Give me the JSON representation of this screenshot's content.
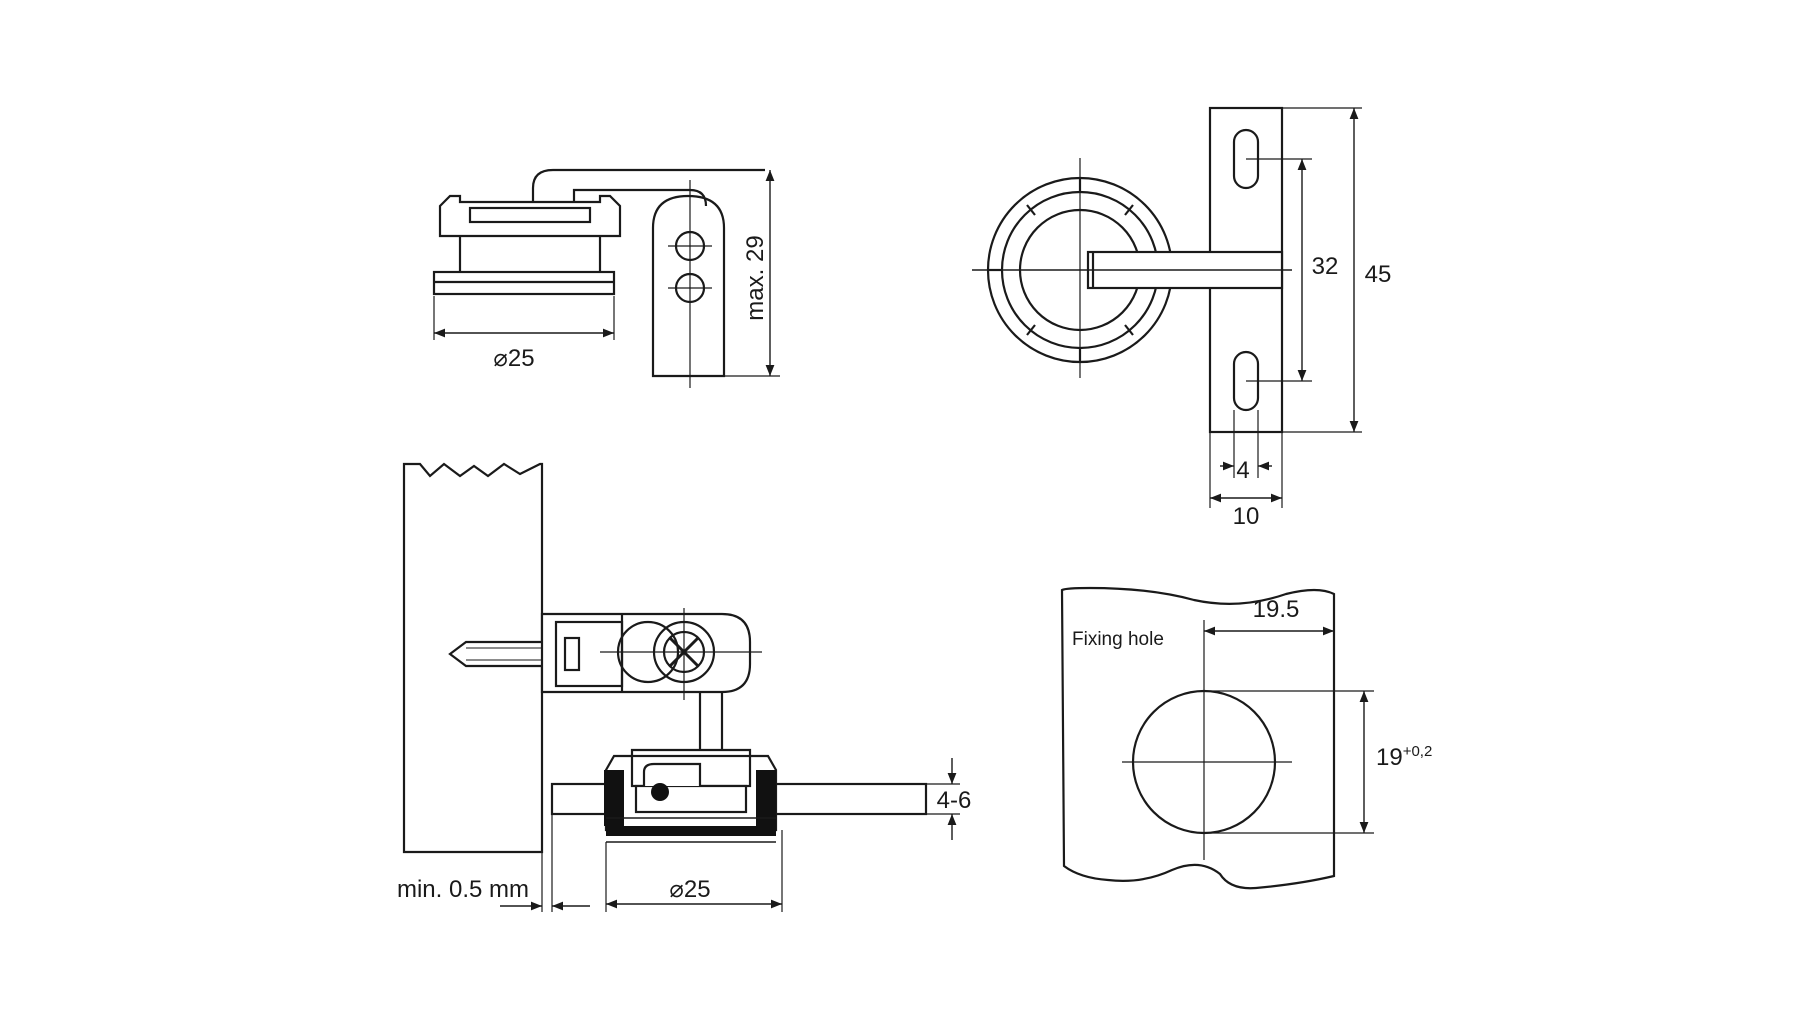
{
  "colors": {
    "line": "#1a1a1a",
    "fill": "#ffffff",
    "dark": "#111111"
  },
  "views": {
    "top_left": {
      "dim_diameter": "⌀25",
      "dim_height": "max. 29"
    },
    "top_right": {
      "dim_hole_spacing": "32",
      "dim_total_length": "45",
      "dim_slot_width": "4",
      "dim_plate_width": "10"
    },
    "bottom_left": {
      "dim_gap": "min. 0.5 mm",
      "dim_diameter": "⌀25",
      "dim_glass_thickness": "4-6"
    },
    "bottom_right": {
      "title": "Fixing hole",
      "dim_edge_distance": "19.5",
      "dim_hole_diameter": "19",
      "dim_hole_tolerance": "+0,2"
    }
  }
}
